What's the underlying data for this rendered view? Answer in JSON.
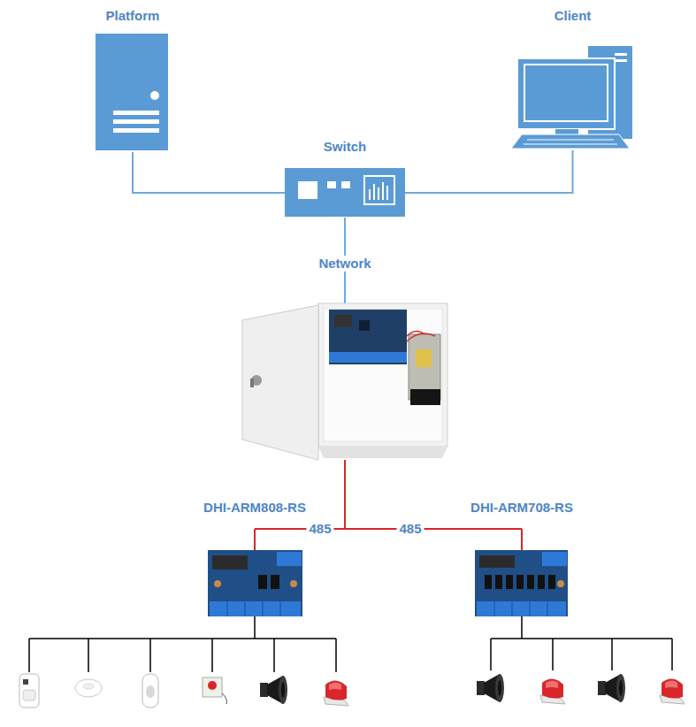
{
  "diagram": {
    "nodes": [
      {
        "text": [
          "Platform"
        ]
      },
      {
        "text": [
          "Client"
        ]
      },
      {
        "text": [
          "Switch"
        ]
      },
      {
        "text": [
          "DHI-ARM808-RS"
        ]
      },
      {
        "text": [
          "DHI-ARM708-RS"
        ]
      }
    ],
    "edges": [
      {
        "from": 0,
        "to": 2,
        "arrow": "none"
      },
      {
        "from": 1,
        "to": 2,
        "arrow": "none"
      }
    ],
    "labels": [
      "Network",
      "485",
      "485"
    ]
  }
}
